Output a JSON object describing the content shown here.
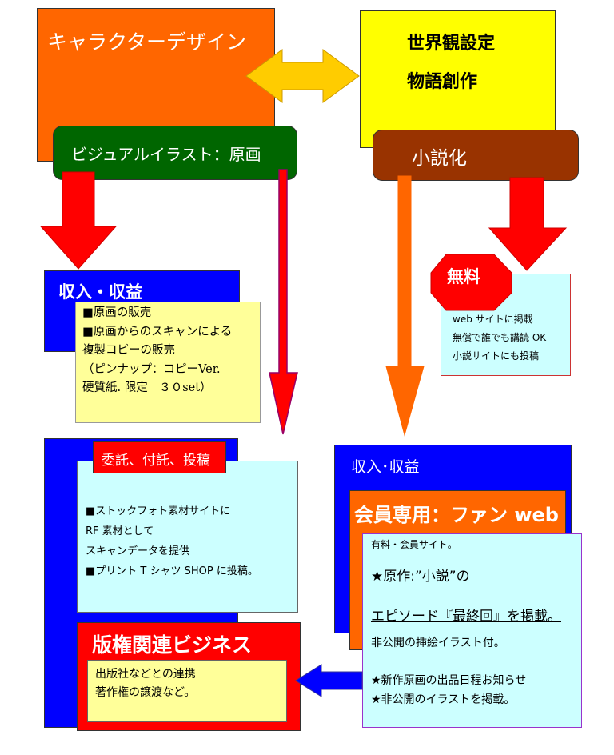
{
  "character_design": {
    "title": "キャラクターデザイン"
  },
  "world": {
    "line1": "世界観設定",
    "line2": "物語創作"
  },
  "visual": {
    "label": "ビジュアルイラスト：原画"
  },
  "novel": {
    "label": "小説化"
  },
  "income_left": {
    "title": "収入・収益",
    "note_lines": [
      "■原画の販売",
      "■原画からのスキャンによる",
      "複製コピーの販売",
      "（ピンナップ：コピーVer.",
      "硬質紙. 限定　３０set）"
    ]
  },
  "free": {
    "badge": "無料",
    "lines": [
      "web サイトに掲載",
      "無償で誰でも講読 OK",
      "小説サイトにも投稿"
    ]
  },
  "consign": {
    "label": "委託、付託、投稿",
    "lines": [
      "■ストックフォト素材サイトに",
      "RF 素材として",
      "スキャンデータを提供",
      "■プリント T シャツ SHOP に投稿。"
    ]
  },
  "copyright": {
    "title": "版権関連ビジネス",
    "lines": [
      "出版社などとの連携",
      "著作権の譲渡など。"
    ]
  },
  "income_right": {
    "title": "収入･収益",
    "member_title": "会員専用：ファン web",
    "lines": [
      "有料・会員サイト。",
      "★原作:”小説”の",
      "エピソード『最終回』を掲載。",
      "非公開の挿絵イラスト付。",
      "★新作原画の出品日程お知らせ",
      "★非公開のイラストを掲載。"
    ]
  },
  "colors": {
    "orange_box": "#ff6600",
    "yellow_box": "#ffff00",
    "green_box": "#006600",
    "brown_box": "#993300",
    "blue_box": "#0000ff",
    "light_yellow": "#ffff99",
    "light_cyan": "#ccffff",
    "red_box": "#ff0000",
    "gold_arrow": "#ffcc00"
  }
}
